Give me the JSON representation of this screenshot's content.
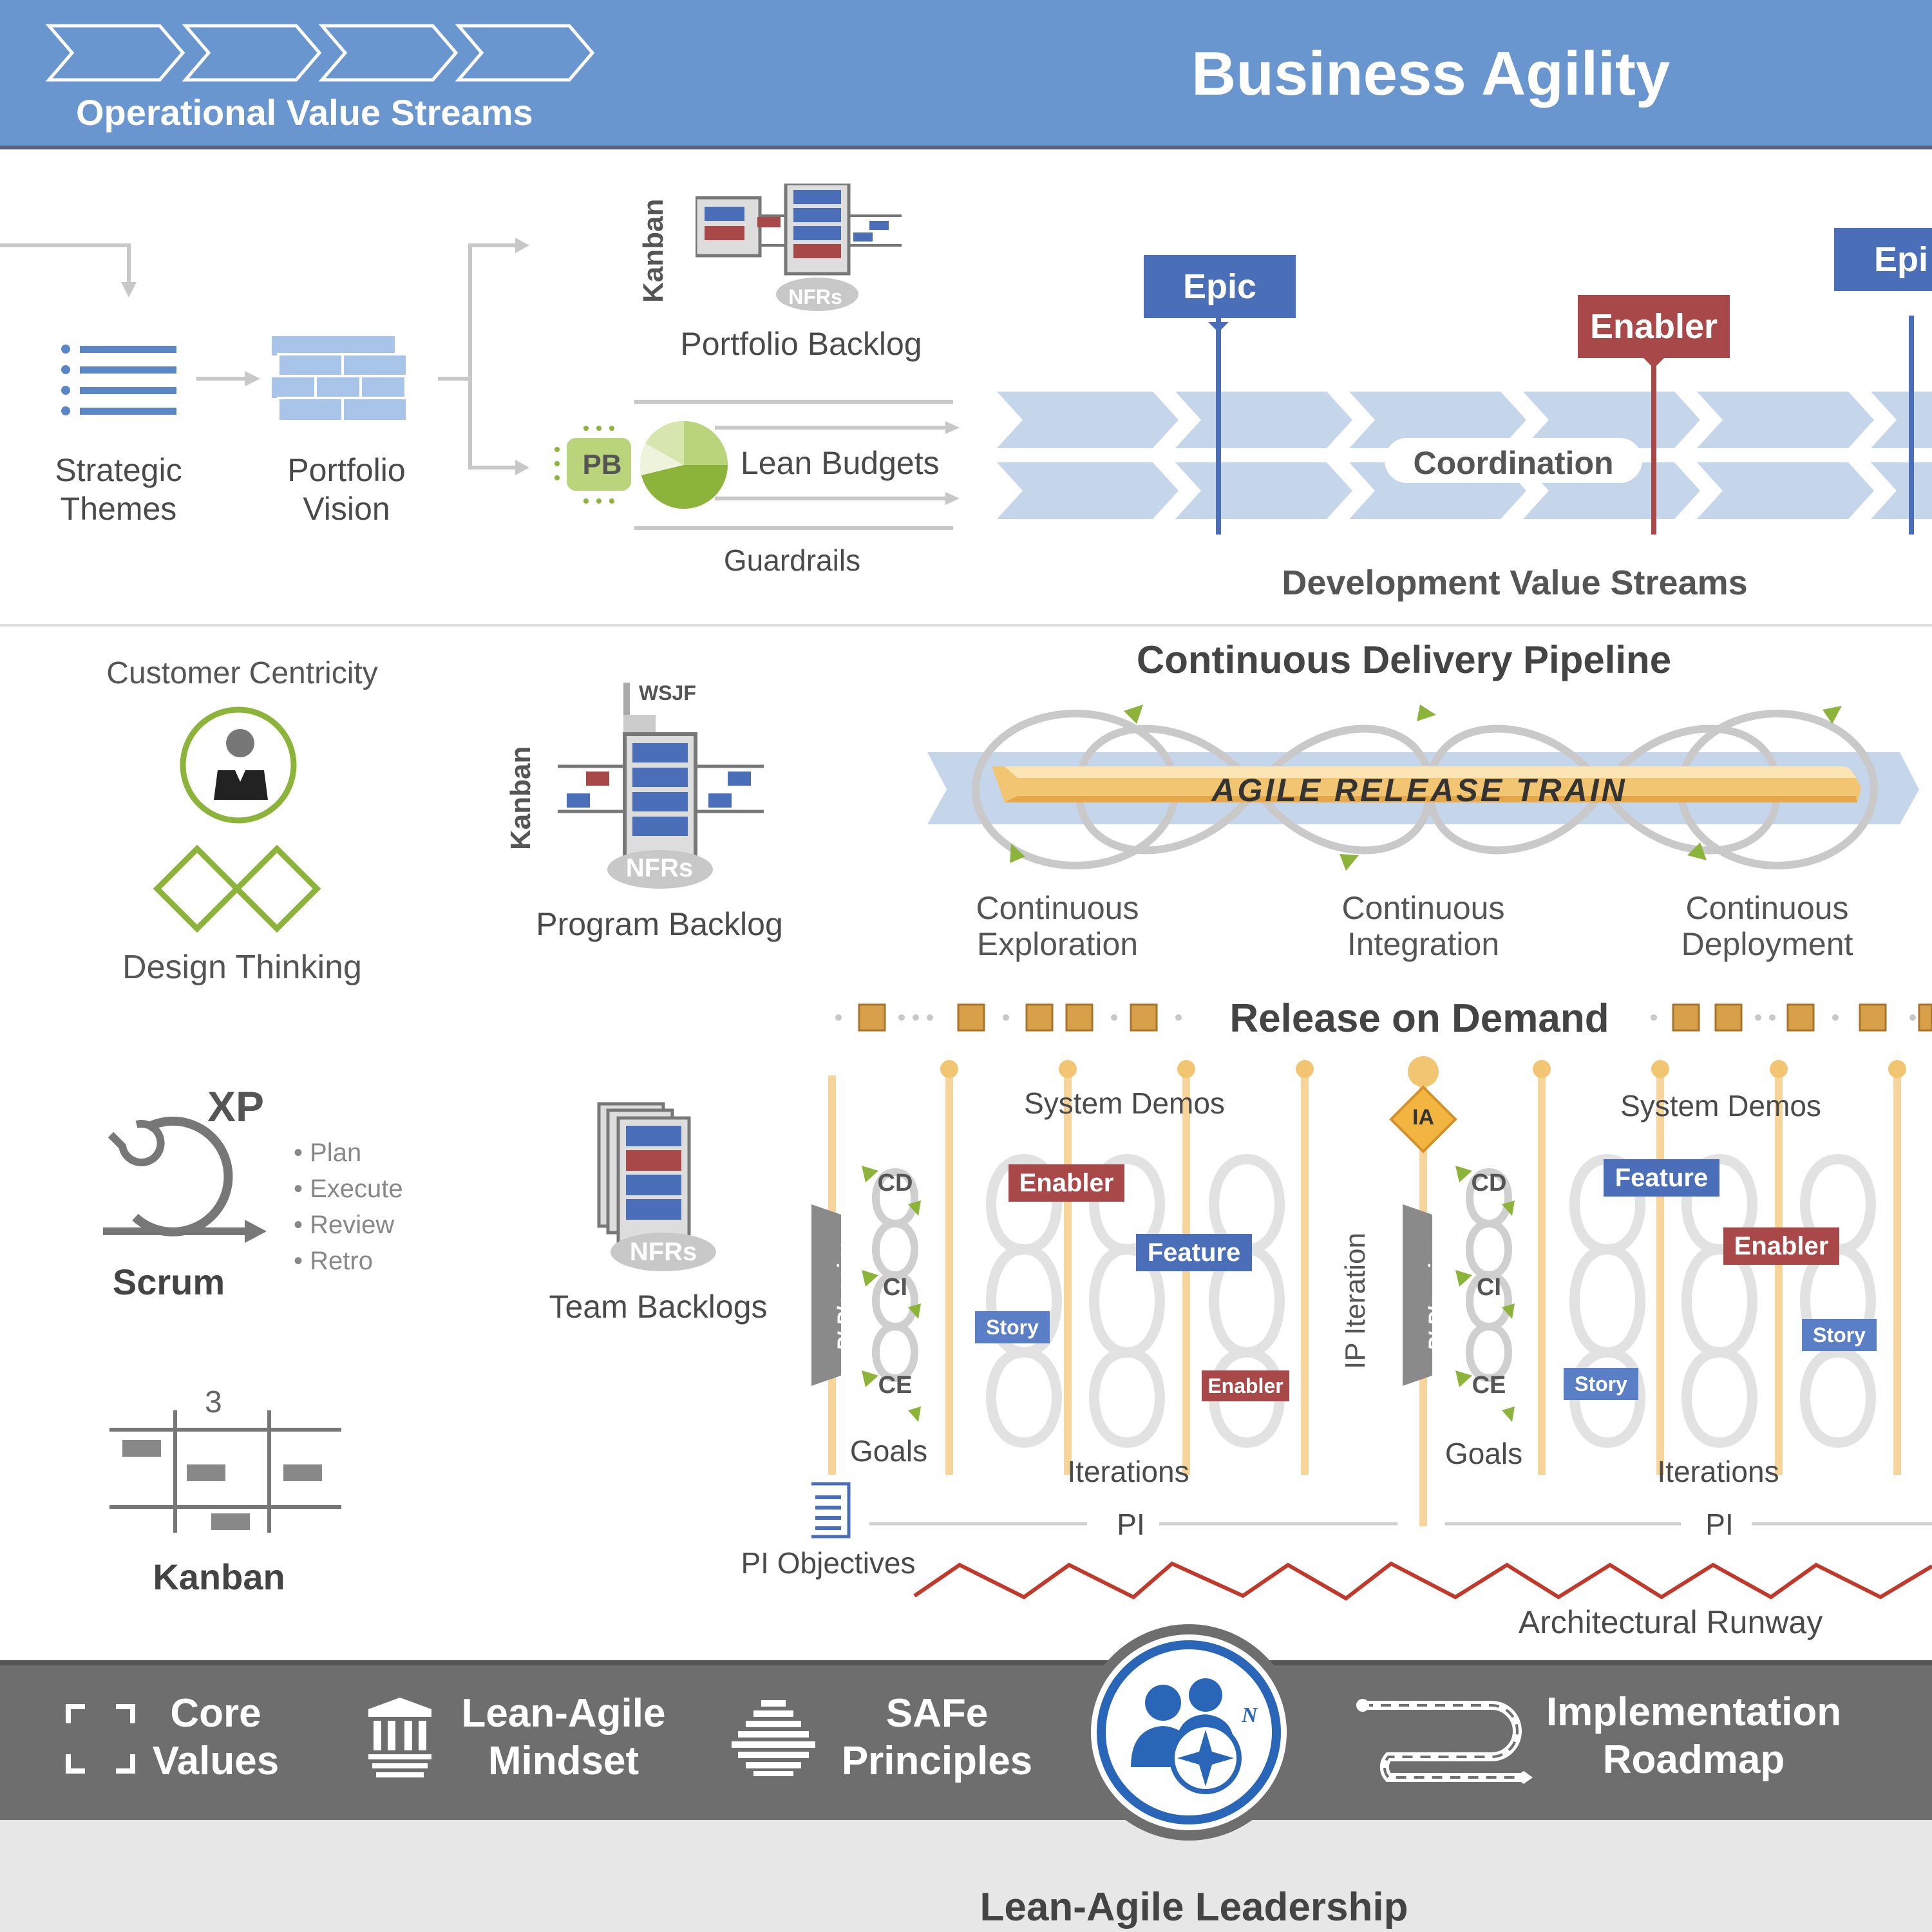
{
  "header": {
    "title": "Business Agility",
    "value_streams_label": "Operational Value Streams"
  },
  "portfolio": {
    "strategic_themes_line1": "Strategic",
    "strategic_themes_line2": "Themes",
    "portfolio_vision_line1": "Portfolio",
    "portfolio_vision_line2": "Vision",
    "kanban_label": "Kanban",
    "nfrs_label": "NFRs",
    "portfolio_backlog": "Portfolio Backlog",
    "pb_label": "PB",
    "lean_budgets": "Lean Budgets",
    "guardrails": "Guardrails",
    "epic": "Epic",
    "enabler": "Enabler",
    "epic_cut": "Epi",
    "coordination": "Coordination",
    "development_value_streams": "Development Value Streams"
  },
  "program": {
    "customer_centricity": "Customer Centricity",
    "design_thinking": "Design Thinking",
    "kanban_label": "Kanban",
    "wsjf": "WSJF",
    "nfrs_label": "NFRs",
    "program_backlog": "Program Backlog",
    "cdp_title": "Continuous Delivery Pipeline",
    "art": "AGILE RELEASE TRAIN",
    "ce_line1": "Continuous",
    "ce_line2": "Exploration",
    "ci_line1": "Continuous",
    "ci_line2": "Integration",
    "cd_line1": "Continuous",
    "cd_line2": "Deployment",
    "release_on_demand": "Release on Demand"
  },
  "team": {
    "xp": "XP",
    "scrum": "Scrum",
    "scrum_steps": [
      "Plan",
      "Execute",
      "Review",
      "Retro"
    ],
    "kanban": "Kanban",
    "kanban_number": "3",
    "nfrs_label": "NFRs",
    "team_backlogs": "Team Backlogs",
    "pi_planning": "PI Planning",
    "ip_iteration": "IP Iteration",
    "cd": "CD",
    "ci": "CI",
    "ce": "CE",
    "goals": "Goals",
    "iterations": "Iterations",
    "system_demos": "System Demos",
    "pi": "PI",
    "pi_objectives": "PI Objectives",
    "architectural_runway": "Architectural Runway",
    "ia_badge": "IA",
    "enabler": "Enabler",
    "feature": "Feature",
    "story": "Story"
  },
  "foundation": {
    "core_values_line1": "Core",
    "core_values_line2": "Values",
    "mindset_line1": "Lean-Agile",
    "mindset_line2": "Mindset",
    "principles_line1": "SAFe",
    "principles_line2": "Principles",
    "roadmap_line1": "Implementation",
    "roadmap_line2": "Roadmap",
    "leadership": "Lean-Agile Leadership"
  },
  "colors": {
    "header_blue": "#6a96cf",
    "epic_blue": "#4a6fb8",
    "enabler_red": "#a94848",
    "green": "#8cb33a",
    "runway_red": "#c0392b",
    "foundation_gray": "#6e6e6e"
  }
}
